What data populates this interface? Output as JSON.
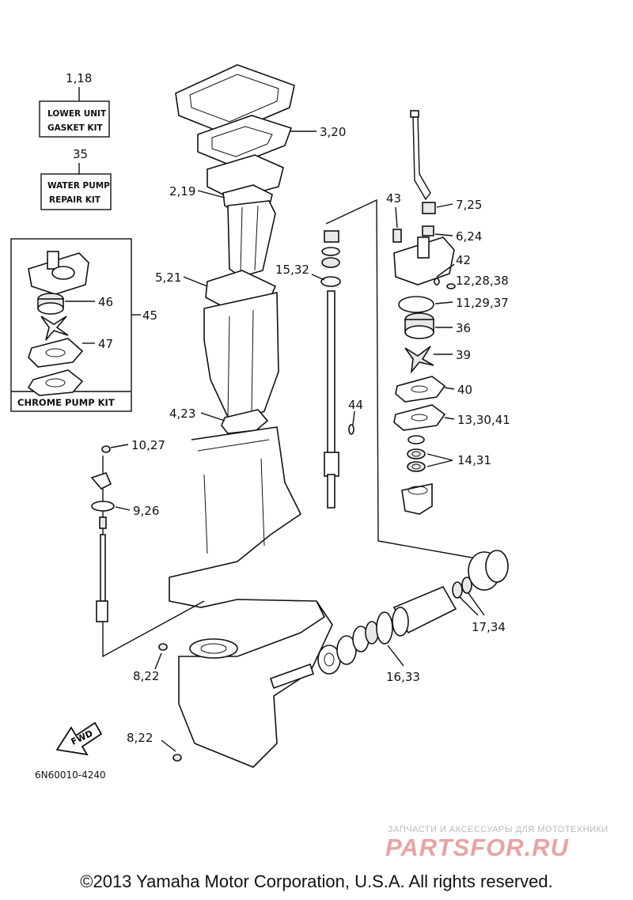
{
  "labels": {
    "p1_18": "1,18",
    "p35": "35",
    "p3_20": "3,20",
    "p2_19": "2,19",
    "p43": "43",
    "p7_25": "7,25",
    "p6_24": "6,24",
    "p42": "42",
    "p12_28_38": "12,28,38",
    "p5_21": "5,21",
    "p15_32": "15,32",
    "p11_29_37": "11,29,37",
    "p46": "46",
    "p45": "45",
    "p36": "36",
    "p47": "47",
    "p39": "39",
    "p40": "40",
    "p44": "44",
    "p4_23": "4,23",
    "p13_30_41": "13,30,41",
    "p10_27": "10,27",
    "p14_31": "14,31",
    "p9_26": "9,26",
    "p17_34": "17,34",
    "p16_33": "16,33",
    "p8_22_a": "8,22",
    "p8_22_b": "8,22"
  },
  "kits": {
    "lower_unit_line1": "LOWER UNIT",
    "lower_unit_line2": "GASKET KIT",
    "water_pump_line1": "WATER PUMP",
    "water_pump_line2": "REPAIR KIT",
    "chrome_pump": "CHROME PUMP KIT"
  },
  "fwd_label": "FWD",
  "diagram_code": "6N60010-4240",
  "watermark": {
    "tagline": "ЗАПЧАСТИ И АКСЕССУАРЫ ДЛЯ МОТОТЕХНИКИ",
    "logo": "PARTSFOR.RU"
  },
  "copyright": "©2013 Yamaha Motor Corporation, U.S.A. All rights reserved."
}
